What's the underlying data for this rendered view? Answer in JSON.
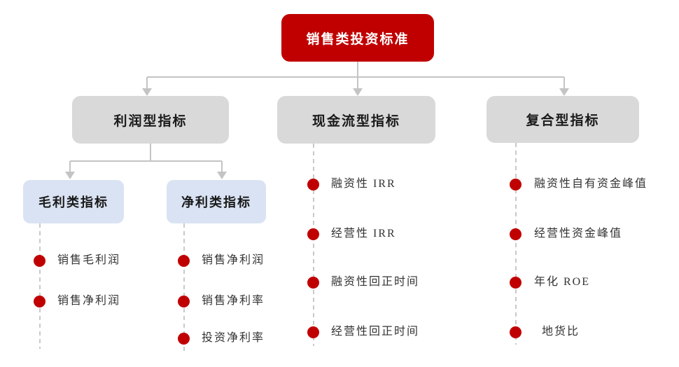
{
  "diagram": {
    "root": {
      "label": "销售类投资标准"
    },
    "branches": [
      {
        "label": "利润型指标",
        "sub_branches": [
          {
            "label": "毛利类指标",
            "items": [
              "销售毛利润",
              "销售净利润"
            ]
          },
          {
            "label": "净利类指标",
            "items": [
              "销售净利润",
              "销售净利率",
              "投资净利率"
            ]
          }
        ]
      },
      {
        "label": "现金流型指标",
        "items": [
          "融资性 IRR",
          "经营性 IRR",
          "融资性回正时间",
          "经营性回正时间"
        ]
      },
      {
        "label": "复合型指标",
        "items": [
          "融资性自有资金峰值",
          "经营性资金峰值",
          "年化 ROE",
          "地货比"
        ]
      }
    ],
    "colors": {
      "root_box": "#c00000",
      "branch_box": "#d9d9d9",
      "sub_branch_box": "#dae3f3",
      "bullet": "#c00000",
      "connector": "#c4c4c4",
      "text": "#333333"
    }
  }
}
